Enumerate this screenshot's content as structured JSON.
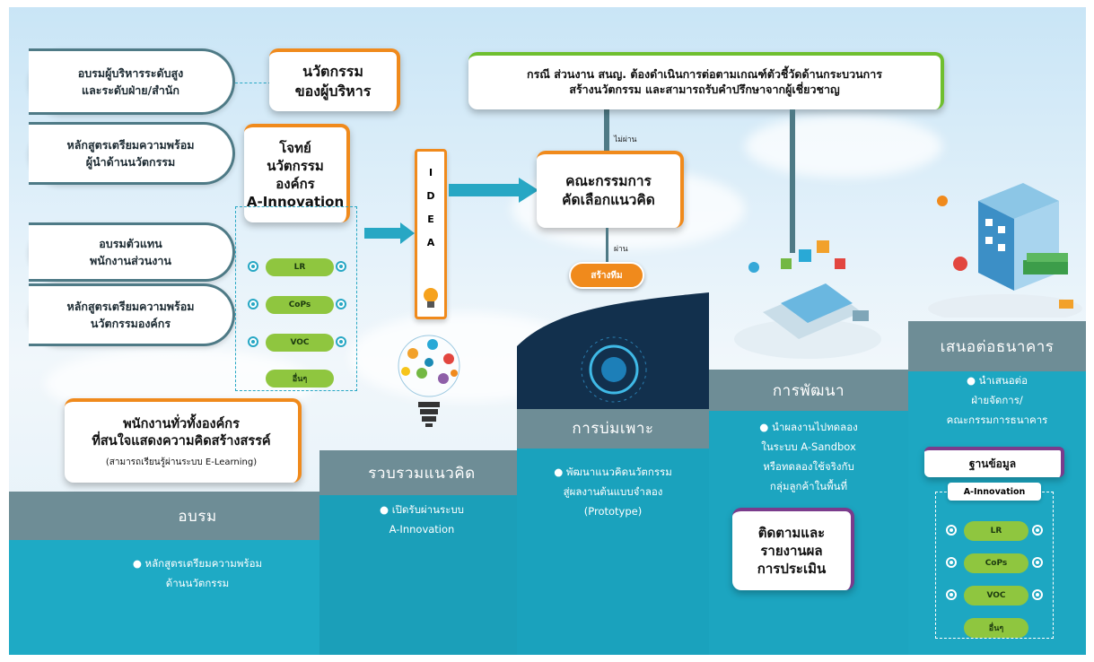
{
  "left": {
    "pill1": "อบรมผู้บริหารระดับสูง\nและระดับฝ่าย/สำนัก",
    "pill2": "หลักสูตรเตรียมความพร้อม\nผู้นำด้านนวัตกรรม",
    "pill3": "อบรมตัวแทน\nพนักงานส่วนงาน",
    "pill4": "หลักสูตรเตรียมความพร้อม\nนวัตกรรมองค์กร",
    "exec_box": "นวัตกรรม\nของผู้บริหาร",
    "challenge_box": "โจทย์\nนวัตกรรม\nองค์กร\nA-Innovation",
    "employees_title": "พนักงานทั่วทั้งองค์กร\nที่สนใจแสดงความคิดสร้างสรรค์",
    "employees_sub": "(สามารถเรียนรู้ผ่านระบบ E-Learning)"
  },
  "channels_left": [
    "LR",
    "CoPs",
    "VOC",
    "อื่นๆ"
  ],
  "idea_letters": [
    "I",
    "D",
    "E",
    "A"
  ],
  "committee": "คณะกรรมการ\nคัดเลือกแนวคิด",
  "fail_label": "ไม่ผ่าน",
  "pass_label": "ผ่าน",
  "team_button": "สร้างทีม",
  "top_note": "กรณี ส่วนงาน สนญ. ต้องดำเนินการต่อตามเกณฑ์ตัวชี้วัดด้านกระบวนการ\nสร้างนวัตกรรม และสามารถรับคำปรึกษาจากผู้เชี่ยวชาญ",
  "steps": [
    {
      "title": "อบรม",
      "text": "● หลักสูตรเตรียมความพร้อม\nด้านนวัตกรรม"
    },
    {
      "title": "รวบรวมแนวคิด",
      "text": "● เปิดรับผ่านระบบ\nA-Innovation"
    },
    {
      "title": "การบ่มเพาะ",
      "text": "● พัฒนาแนวคิดนวัตกรรม\nสู่ผลงานต้นแบบจำลอง\n(Prototype)"
    },
    {
      "title": "การพัฒนา",
      "text": "● นำผลงานไปทดลอง\nในระบบ A-Sandbox\nหรือทดลองใช้จริงกับ\nกลุ่มลูกค้าในพื้นที่"
    },
    {
      "title": "เสนอต่อธนาคาร",
      "text": "● นำเสนอต่อ\nฝ่ายจัดการ/\nคณะกรรมการธนาคาร"
    }
  ],
  "follow_box": "ติดตามและ\nรายงานผล\nการประเมิน",
  "database_box": "ฐานข้อมูล",
  "right_title": "A-Innovation",
  "channels_right": [
    "LR",
    "CoPs",
    "VOC",
    "อื่นๆ"
  ],
  "colors": {
    "orange": "#f08a1c",
    "teal": "#1eaac5",
    "grey_step": "#6e8d96",
    "green": "#8fc63f",
    "purple": "#7a3c8c"
  }
}
